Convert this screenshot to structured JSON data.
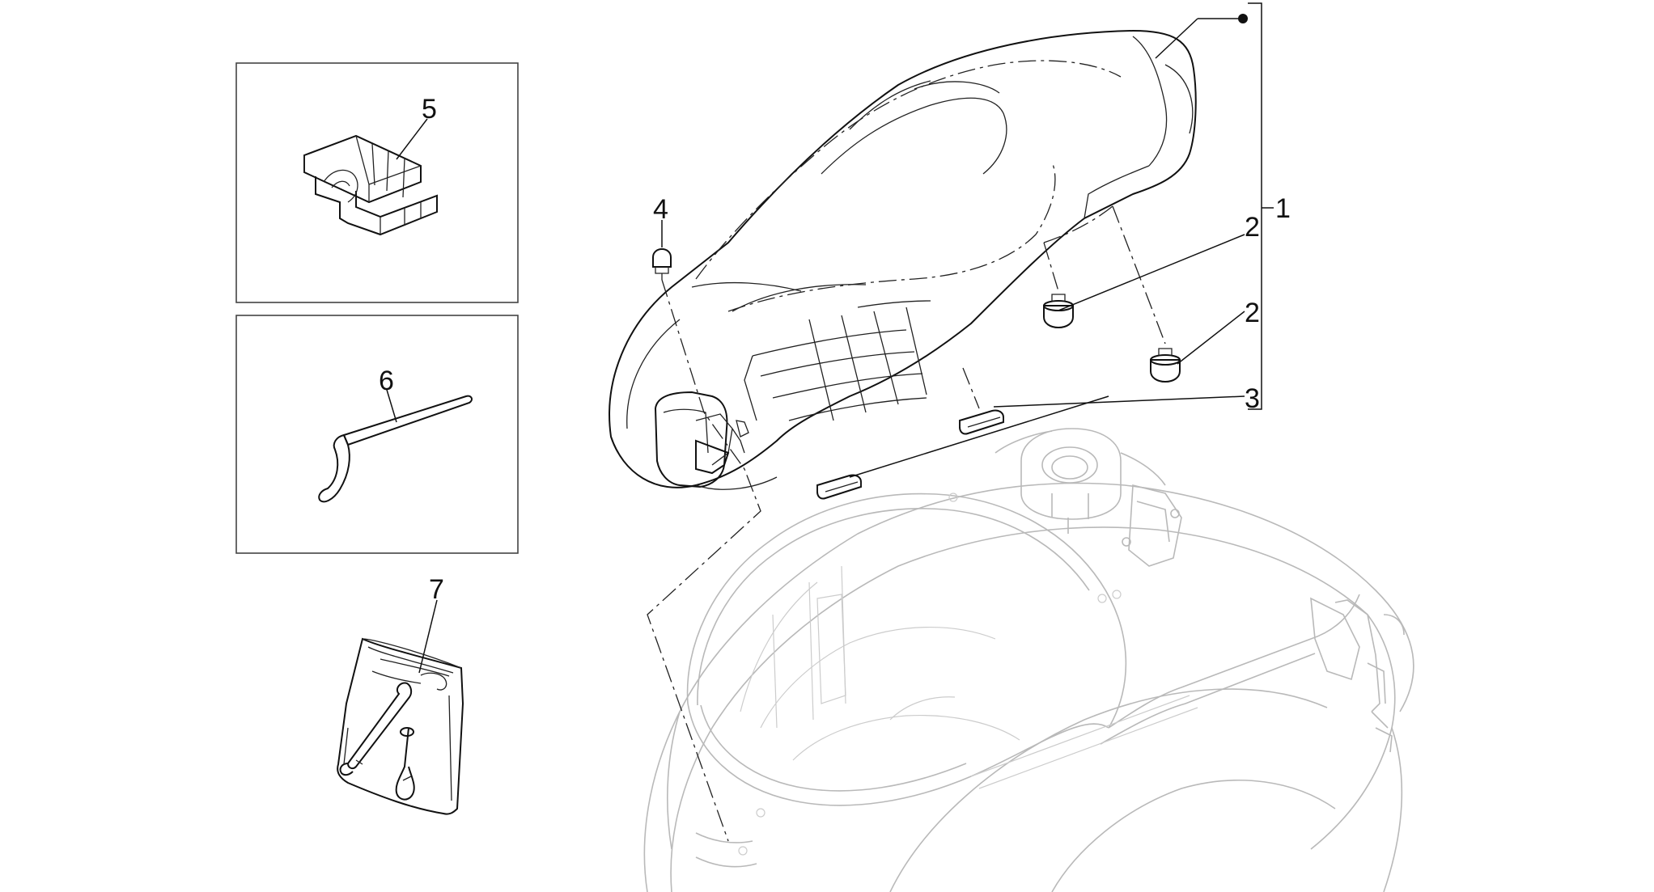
{
  "diagram": {
    "callouts": [
      "1",
      "2",
      "2",
      "3",
      "4",
      "5",
      "6",
      "7"
    ],
    "colors": {
      "ink": "#111111",
      "ghost_body": "#b9b9b9",
      "inset_border": "#444444",
      "background": "#ffffff"
    },
    "icons": [
      "seat-saddle",
      "storage-compartment",
      "hinge-clip",
      "spanner-wrench",
      "toolkit-bag"
    ]
  }
}
